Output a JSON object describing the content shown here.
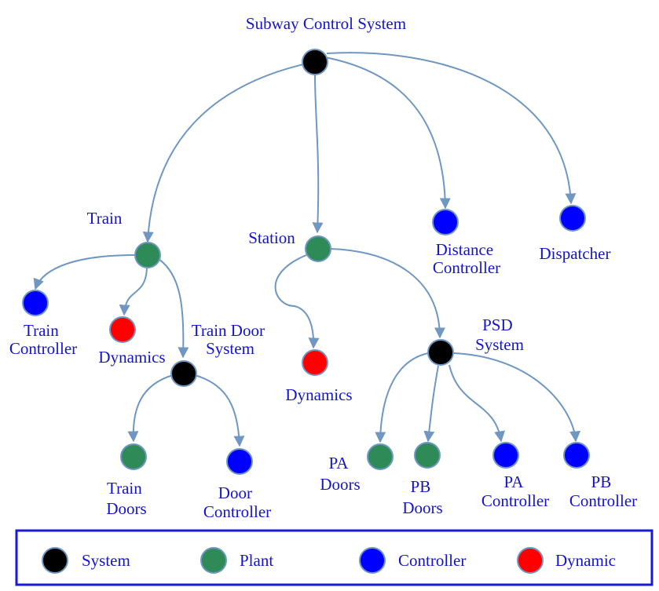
{
  "colors": {
    "system": "#000000",
    "plant": "#2e8b57",
    "controller": "#0000ff",
    "dynamic": "#ff0000",
    "edge": "#6f97c2",
    "text": "#1414c8",
    "legend_border": "#1a1ad4"
  },
  "nodes": {
    "root": {
      "label": "Subway Control System",
      "type": "system"
    },
    "train": {
      "label": "Train",
      "type": "plant"
    },
    "station": {
      "label": "Station",
      "type": "plant"
    },
    "distance_controller": {
      "label": [
        "Distance",
        "Controller"
      ],
      "type": "controller"
    },
    "dispatcher": {
      "label": "Dispatcher",
      "type": "controller"
    },
    "train_controller": {
      "label": [
        "Train",
        "Controller"
      ],
      "type": "controller"
    },
    "train_dynamics": {
      "label": "Dynamics",
      "type": "dynamic"
    },
    "train_door_system": {
      "label": [
        "Train Door",
        "System"
      ],
      "type": "system"
    },
    "train_doors": {
      "label": [
        "Train",
        "Doors"
      ],
      "type": "plant"
    },
    "door_controller": {
      "label": [
        "Door",
        "Controller"
      ],
      "type": "controller"
    },
    "station_dynamics": {
      "label": "Dynamics",
      "type": "dynamic"
    },
    "psd_system": {
      "label": [
        "PSD",
        "System"
      ],
      "type": "system"
    },
    "pa_doors": {
      "label": [
        "PA",
        "Doors"
      ],
      "type": "plant"
    },
    "pb_doors": {
      "label": [
        "PB",
        "Doors"
      ],
      "type": "plant"
    },
    "pa_controller": {
      "label": [
        "PA",
        "Controller"
      ],
      "type": "controller"
    },
    "pb_controller": {
      "label": [
        "PB",
        "Controller"
      ],
      "type": "controller"
    }
  },
  "legend": {
    "system": "System",
    "plant": "Plant",
    "controller": "Controller",
    "dynamic": "Dynamic"
  }
}
